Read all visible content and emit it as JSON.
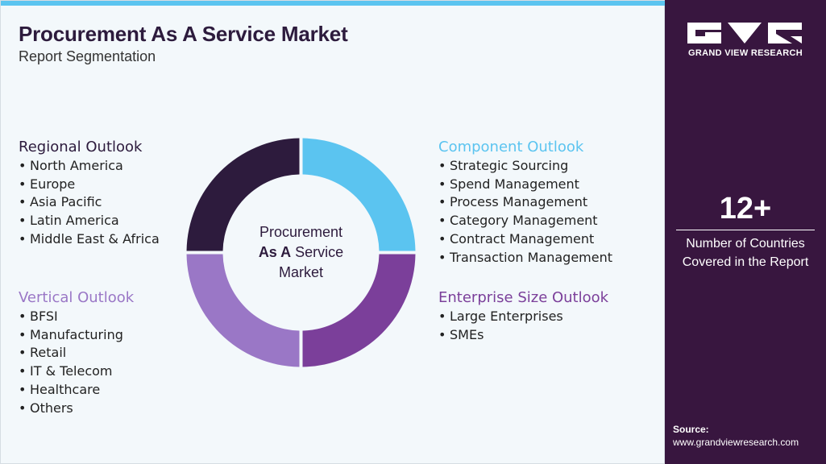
{
  "header": {
    "title": "Procurement As A Service Market",
    "subtitle": "Report Segmentation"
  },
  "center": {
    "line1": "Procurement",
    "line2_bold": "As A",
    "line2_rest": " Service",
    "line3": "Market"
  },
  "donut": {
    "segments": [
      {
        "id": "component",
        "color": "#5bc4f0"
      },
      {
        "id": "enterprise",
        "color": "#7b3f9a"
      },
      {
        "id": "vertical",
        "color": "#9a77c6"
      },
      {
        "id": "regional",
        "color": "#2d1b3d"
      }
    ]
  },
  "segments": {
    "regional": {
      "title": "Regional Outlook",
      "items": [
        "North America",
        "Europe",
        "Asia Pacific",
        "Latin America",
        "Middle East & Africa"
      ]
    },
    "vertical": {
      "title": "Vertical Outlook",
      "items": [
        "BFSI",
        "Manufacturing",
        "Retail",
        "IT & Telecom",
        "Healthcare",
        "Others"
      ]
    },
    "component": {
      "title": "Component Outlook",
      "items": [
        "Strategic Sourcing",
        "Spend Management",
        "Process Management",
        "Category Management",
        "Contract Management",
        "Transaction Management"
      ]
    },
    "enterprise": {
      "title": "Enterprise Size Outlook",
      "items": [
        "Large Enterprises",
        "SMEs"
      ]
    }
  },
  "sidebar": {
    "brand": "GRAND VIEW RESEARCH",
    "stat_value": "12+",
    "stat_line1": "Number of Countries",
    "stat_line2": "Covered in the Report",
    "source_label": "Source:",
    "source_url": "www.grandviewresearch.com"
  },
  "colors": {
    "accent_blue": "#5bc4f0",
    "dark_purple": "#2d1b3d",
    "mid_purple": "#7b3f9a",
    "light_purple": "#9a77c6",
    "sidebar_bg": "#38163f"
  }
}
